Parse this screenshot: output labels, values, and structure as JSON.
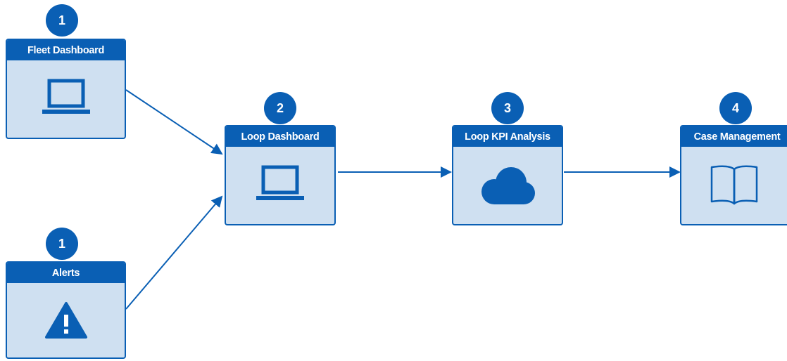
{
  "colors": {
    "primary": "#0a5fb4",
    "card_fill": "#cfe0f1",
    "background": "#ffffff"
  },
  "nodes": [
    {
      "id": "fleet-dashboard",
      "title": "Fleet Dashboard",
      "step": "1",
      "icon": "laptop-icon"
    },
    {
      "id": "alerts",
      "title": "Alerts",
      "step": "1",
      "icon": "warning-icon"
    },
    {
      "id": "loop-dashboard",
      "title": "Loop Dashboard",
      "step": "2",
      "icon": "laptop-icon"
    },
    {
      "id": "loop-kpi-analysis",
      "title": "Loop KPI Analysis",
      "step": "3",
      "icon": "cloud-icon"
    },
    {
      "id": "case-management",
      "title": "Case Management",
      "step": "4",
      "icon": "book-icon"
    }
  ],
  "edges": [
    {
      "from": "fleet-dashboard",
      "to": "loop-dashboard"
    },
    {
      "from": "alerts",
      "to": "loop-dashboard"
    },
    {
      "from": "loop-dashboard",
      "to": "loop-kpi-analysis"
    },
    {
      "from": "loop-kpi-analysis",
      "to": "case-management"
    }
  ]
}
